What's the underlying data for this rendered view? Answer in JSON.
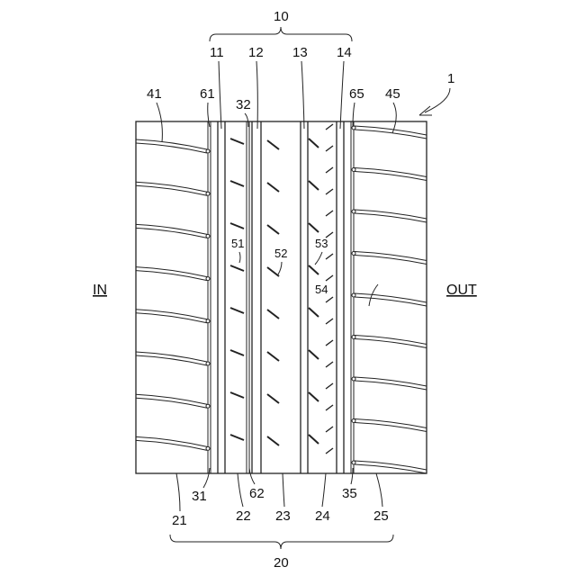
{
  "labels": {
    "l10": "10",
    "l11": "11",
    "l12": "12",
    "l13": "13",
    "l14": "14",
    "l1": "1",
    "l41": "41",
    "l61": "61",
    "l32": "32",
    "l65": "65",
    "l45": "45",
    "l51": "51",
    "l52": "52",
    "l53": "53",
    "l54": "54",
    "l31": "31",
    "l62": "62",
    "l35": "35",
    "l21": "21",
    "l22": "22",
    "l23": "23",
    "l24": "24",
    "l25": "25",
    "l20": "20"
  },
  "sides": {
    "inner": "IN",
    "outer": "OUT"
  }
}
